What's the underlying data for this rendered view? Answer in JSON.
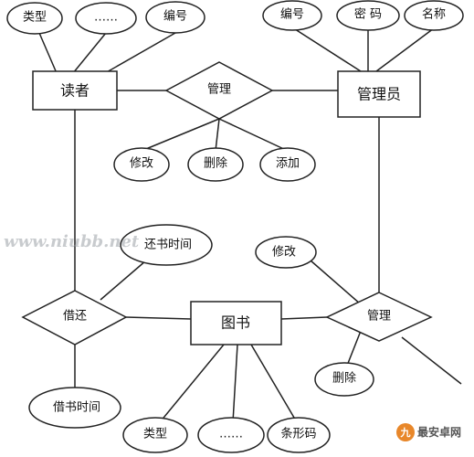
{
  "entities": {
    "reader": "读者",
    "admin": "管理员",
    "book": "图书"
  },
  "relations": {
    "manage_top": "管理",
    "borrow_return": "借还",
    "manage_book": "管理"
  },
  "attributes": {
    "reader_type": "类型",
    "reader_ellipsis": "……",
    "reader_id": "编号",
    "admin_id": "编号",
    "admin_password": "密  码",
    "admin_name": "名称",
    "manage_modify": "修改",
    "manage_delete": "删除",
    "manage_add": "添加",
    "return_time": "还书时间",
    "borrow_time": "借书时间",
    "book_manage_modify": "修改",
    "book_manage_delete": "删除",
    "book_type": "类型",
    "book_ellipsis": "……",
    "book_barcode": "条形码"
  },
  "watermark": "www.niubb.net",
  "logo": {
    "brand": "最安卓网"
  }
}
